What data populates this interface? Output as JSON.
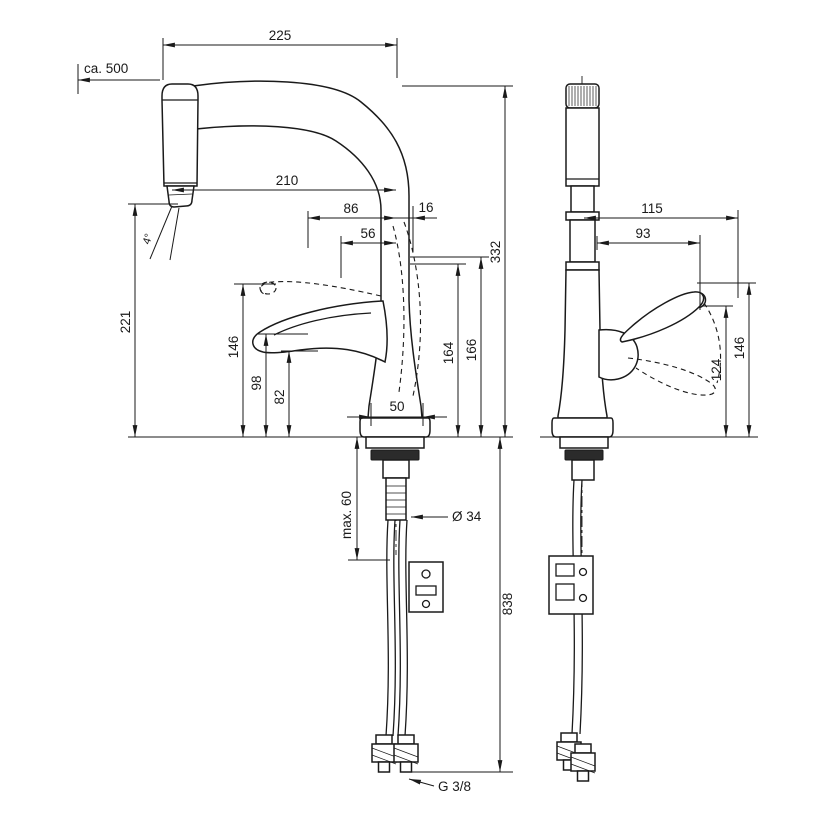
{
  "diagram": {
    "colors": {
      "line": "#1a1a1a",
      "background": "#ffffff",
      "hardware_dark": "#2b2b2b"
    },
    "labels": {
      "dim_225": "225",
      "dim_ca_500": "ca. 500",
      "dim_210": "210",
      "dim_86": "86",
      "dim_16": "16",
      "dim_56": "56",
      "dim_332": "332",
      "dim_221": "221",
      "dim_146_left": "146",
      "dim_98": "98",
      "dim_82": "82",
      "dim_164": "164",
      "dim_166": "166",
      "dim_50": "50",
      "angle_4": "4°",
      "dim_115": "115",
      "dim_93": "93",
      "dim_124": "124",
      "dim_146_right": "146",
      "max_60": "max. 60",
      "dia_34": "Ø 34",
      "dim_838": "838",
      "thread_g38": "G 3/8"
    }
  }
}
